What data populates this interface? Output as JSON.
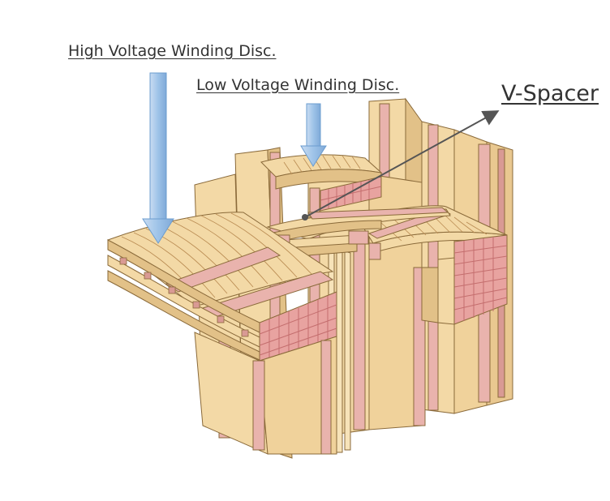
{
  "labels": {
    "high_voltage": "High Voltage Winding Disc.",
    "low_voltage": "Low Voltage Winding Disc.",
    "v_spacer": "V-Spacer"
  },
  "colors": {
    "pressboard": "#f3d9a6",
    "pressboard_shade": "#e2c188",
    "pressboard_dark": "#c9a46a",
    "outline": "#8a6a3a",
    "conductor": "#e8a3a0",
    "conductor_dark": "#c46e6e",
    "spacer": "#e9b3ad",
    "arrow_blue": "#9ec3e8",
    "arrow_blue_dark": "#6b9ccf",
    "pointer": "#555555"
  }
}
